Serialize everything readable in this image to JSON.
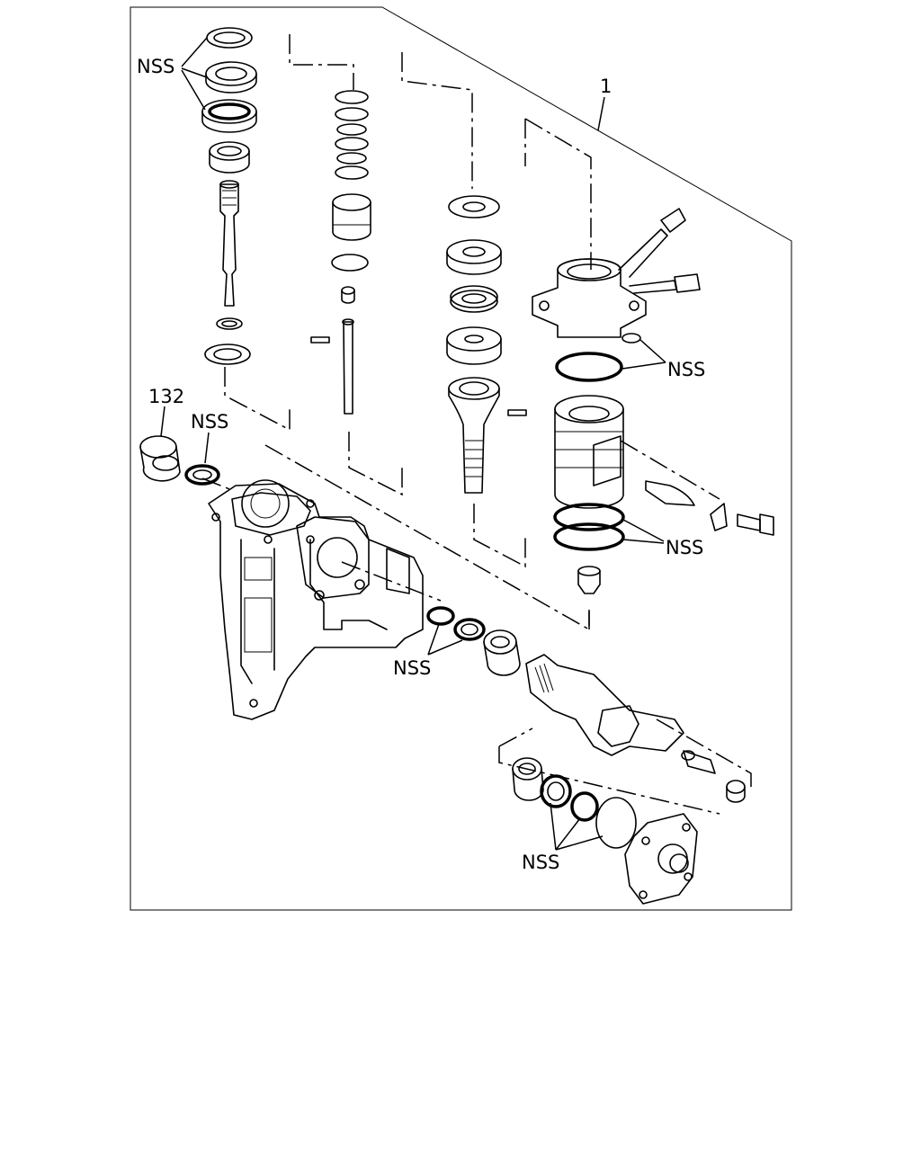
{
  "diagram": {
    "labels": {
      "assembly_number": "1",
      "part_132": "132",
      "nss_top_left": "NSS",
      "nss_left_seal": "NSS",
      "nss_housing_oring": "NSS",
      "nss_piston_rings": "NSS",
      "nss_sector_seals": "NSS",
      "nss_cover_seals": "NSS"
    }
  }
}
